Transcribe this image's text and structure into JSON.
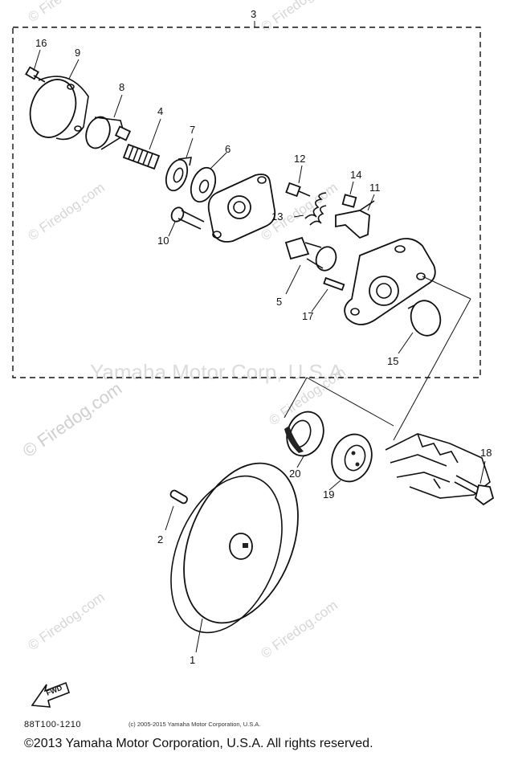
{
  "diagram": {
    "callouts": {
      "c1": "1",
      "c2": "2",
      "c3": "3",
      "c4": "4",
      "c5": "5",
      "c6": "6",
      "c7": "7",
      "c8": "8",
      "c9": "9",
      "c10": "10",
      "c11": "11",
      "c12": "12",
      "c13": "13",
      "c14": "14",
      "c15": "15",
      "c16": "16",
      "c17": "17",
      "c18": "18",
      "c19": "19",
      "c20": "20"
    },
    "fwd_label": "FWD",
    "watermark_site": "© Firedog.com",
    "watermark_corp": "Yamaha Motor Corp, U.S.A."
  },
  "footer": {
    "drawing_code": "88T100-1210",
    "small_copyright": "(c) 2005-2015 Yamaha Motor Corporation, U.S.A.",
    "copyright": "©2013 Yamaha Motor Corporation, U.S.A. All rights reserved."
  }
}
